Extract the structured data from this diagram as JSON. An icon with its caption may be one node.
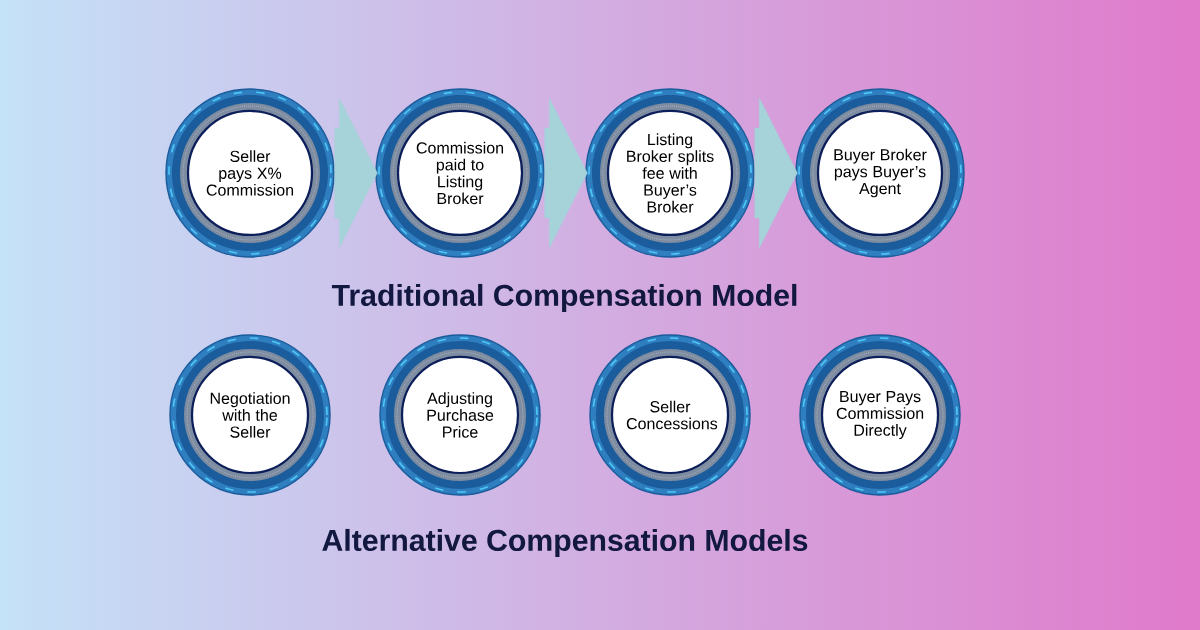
{
  "diagram": {
    "nodes": [
      {
        "text": [
          "Seller pays X% Commission"
        ]
      },
      {
        "text": [
          "Commission paid to Listing Broker"
        ]
      },
      {
        "text": [
          "Listing Broker splits fee with Buyer’s Broker"
        ]
      },
      {
        "text": [
          "Buyer Broker pays Buyer’s Agent"
        ]
      },
      {
        "text": [
          "Negotiation with the Seller"
        ]
      },
      {
        "text": [
          "Adjusting Purchase Price"
        ]
      },
      {
        "text": [
          "Seller Concessions"
        ]
      },
      {
        "text": [
          "Buyer Pays Commission Directly"
        ]
      }
    ],
    "edges": [
      {
        "from": 0,
        "to": 1,
        "arrow": "to"
      },
      {
        "from": 1,
        "to": 2,
        "arrow": "to"
      },
      {
        "from": 2,
        "to": 3,
        "arrow": "to"
      }
    ],
    "labels": [
      "Traditional Compensation Model",
      "Alternative Compensation Models"
    ]
  }
}
